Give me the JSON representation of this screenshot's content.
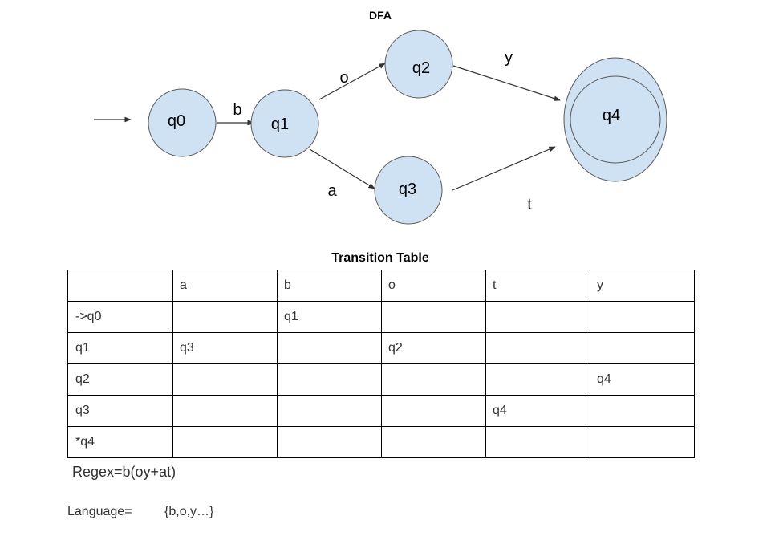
{
  "diagram": {
    "title": "DFA",
    "states": {
      "q0": "q0",
      "q1": "q1",
      "q2": "q2",
      "q3": "q3",
      "q4": "q4"
    },
    "accepting_state": "q4",
    "start_state": "q0",
    "transitions": [
      {
        "from": "q0",
        "to": "q1",
        "symbol": "b"
      },
      {
        "from": "q1",
        "to": "q2",
        "symbol": "o"
      },
      {
        "from": "q1",
        "to": "q3",
        "symbol": "a"
      },
      {
        "from": "q2",
        "to": "q4",
        "symbol": "y"
      },
      {
        "from": "q3",
        "to": "q4",
        "symbol": "t"
      }
    ],
    "colors": {
      "state_fill": "#cfe2f3",
      "state_stroke": "#595959",
      "edge": "#333333"
    }
  },
  "table": {
    "title": "Transition Table",
    "header": [
      "",
      "a",
      "b",
      "o",
      "t",
      "y"
    ],
    "rows": [
      [
        "->q0",
        "",
        "q1",
        "",
        "",
        ""
      ],
      [
        "q1",
        "q3",
        "",
        "q2",
        "",
        ""
      ],
      [
        "q2",
        "",
        "",
        "",
        "",
        "q4"
      ],
      [
        "q3",
        "",
        "",
        "",
        "q4",
        ""
      ],
      [
        "*q4",
        "",
        "",
        "",
        "",
        ""
      ]
    ]
  },
  "regex": "Regex=b(oy+at)",
  "language": {
    "label": "Language=",
    "value": "{b,o,y…}"
  }
}
